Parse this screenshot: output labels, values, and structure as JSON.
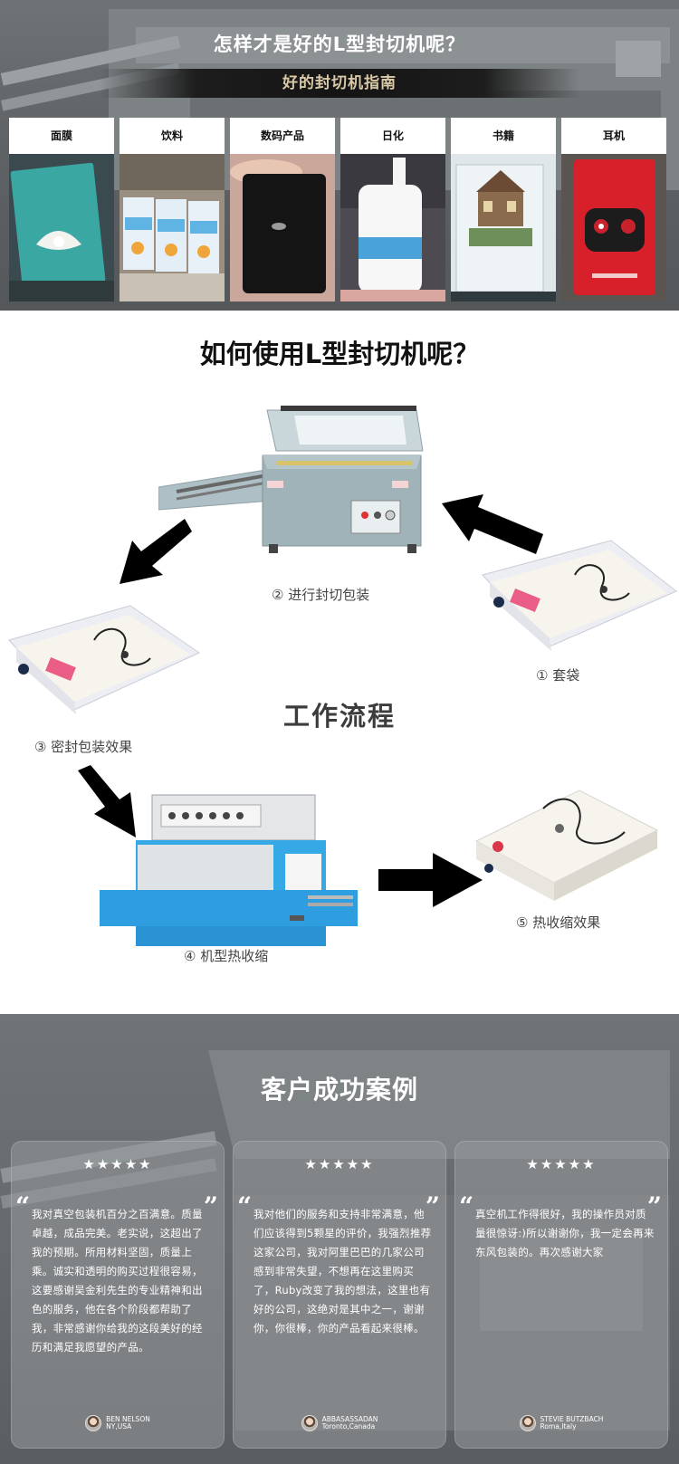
{
  "section_guide": {
    "title": "怎样才是好的L型封切机呢？",
    "banner": "好的封切机指南",
    "categories": [
      {
        "label": "面膜"
      },
      {
        "label": "饮料"
      },
      {
        "label": "数码产品"
      },
      {
        "label": "日化"
      },
      {
        "label": "书籍"
      },
      {
        "label": "耳机"
      }
    ]
  },
  "section_usage": {
    "title": "如何使用L型封切机呢？",
    "flow_title": "工作流程",
    "steps": [
      {
        "label": "① 套袋"
      },
      {
        "label": "② 进行封切包装"
      },
      {
        "label": "③ 密封包装效果"
      },
      {
        "label": "④ 机型热收缩"
      },
      {
        "label": "⑤ 热收缩效果"
      }
    ]
  },
  "section_cases": {
    "title": "客户成功案例",
    "reviews": [
      {
        "stars": "★★★★★",
        "text": "我对真空包装机百分之百满意。质量卓越，成品完美。老实说，这超出了我的预期。所用材料坚固，质量上乘。诚实和透明的购买过程很容易，这要感谢吴金利先生的专业精神和出色的服务，他在各个阶段都帮助了我，非常感谢你给我的这段美好的经历和满足我愿望的产品。",
        "name": "BEN NELSON",
        "location": "NY,USA"
      },
      {
        "stars": "★★★★★",
        "text": "我对他们的服务和支持非常满意，他们应该得到5颗星的评价，我强烈推荐这家公司，我对阿里巴巴的几家公司感到非常失望，不想再在这里购买了，Ruby改变了我的想法，这里也有好的公司，这绝对是其中之一，谢谢你，你很棒，你的产品看起来很棒。",
        "name": "ABBASASSADAN",
        "location": "Toronto,Canada"
      },
      {
        "stars": "★★★★★",
        "text": "真空机工作得很好，我的操作员对质量很惊讶:)所以谢谢你，我一定会再来东风包装的。再次感谢大家",
        "name": "STEVIE BUTZBACH",
        "location": "Roma,Italy"
      }
    ]
  },
  "colors": {
    "dark_bg": "#5f6365",
    "banner_text": "#d9c9a6",
    "machine_blue": "#35a8e6",
    "machine_grey": "#a9bcc4"
  }
}
